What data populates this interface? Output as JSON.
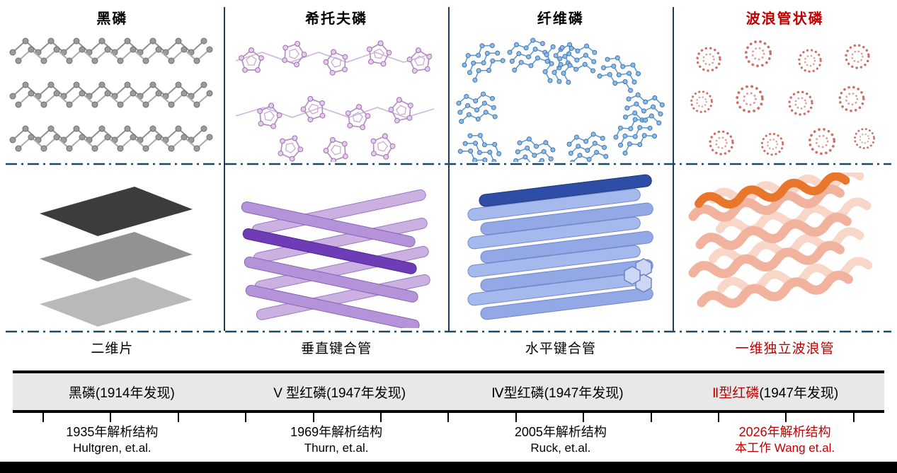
{
  "columns": [
    {
      "title": "黑磷",
      "structure_label": "二维片",
      "timeline_red": "",
      "timeline_black": "黑磷(1914年发现)",
      "discovery_year": "1935年解析结构",
      "authors": "Hultgren, et.al."
    },
    {
      "title": "希托夫磷",
      "structure_label": "垂直键合管",
      "timeline_red": "",
      "timeline_black": "V 型红磷(1947年发现)",
      "discovery_year": "1969年解析结构",
      "authors": "Thurn, et.al."
    },
    {
      "title": "纤维磷",
      "structure_label": "水平键合管",
      "timeline_red": "",
      "timeline_black": "Ⅳ型红磷(1947年发现)",
      "discovery_year": "2005年解析结构",
      "authors": "Ruck, et.al."
    },
    {
      "title": "波浪管状磷",
      "structure_label": "一维独立波浪管",
      "timeline_red": "Ⅱ型红磷",
      "timeline_black": "(1947年发现)",
      "discovery_year": "2026年解析结构",
      "authors": "本工作 Wang et.al."
    }
  ],
  "colors": {
    "highlight_red": "#c00000",
    "divider_line": "#1c4966",
    "column_separator": "#203864",
    "timeline_bar_bg": "#e8e8e8",
    "gray_structure": "#9b9b9b",
    "violet_structure": "#b58ec7",
    "blue_structure": "#5b9bd5",
    "salmon_structure": "#f2b39e",
    "orange_highlight": "#e8772c"
  }
}
